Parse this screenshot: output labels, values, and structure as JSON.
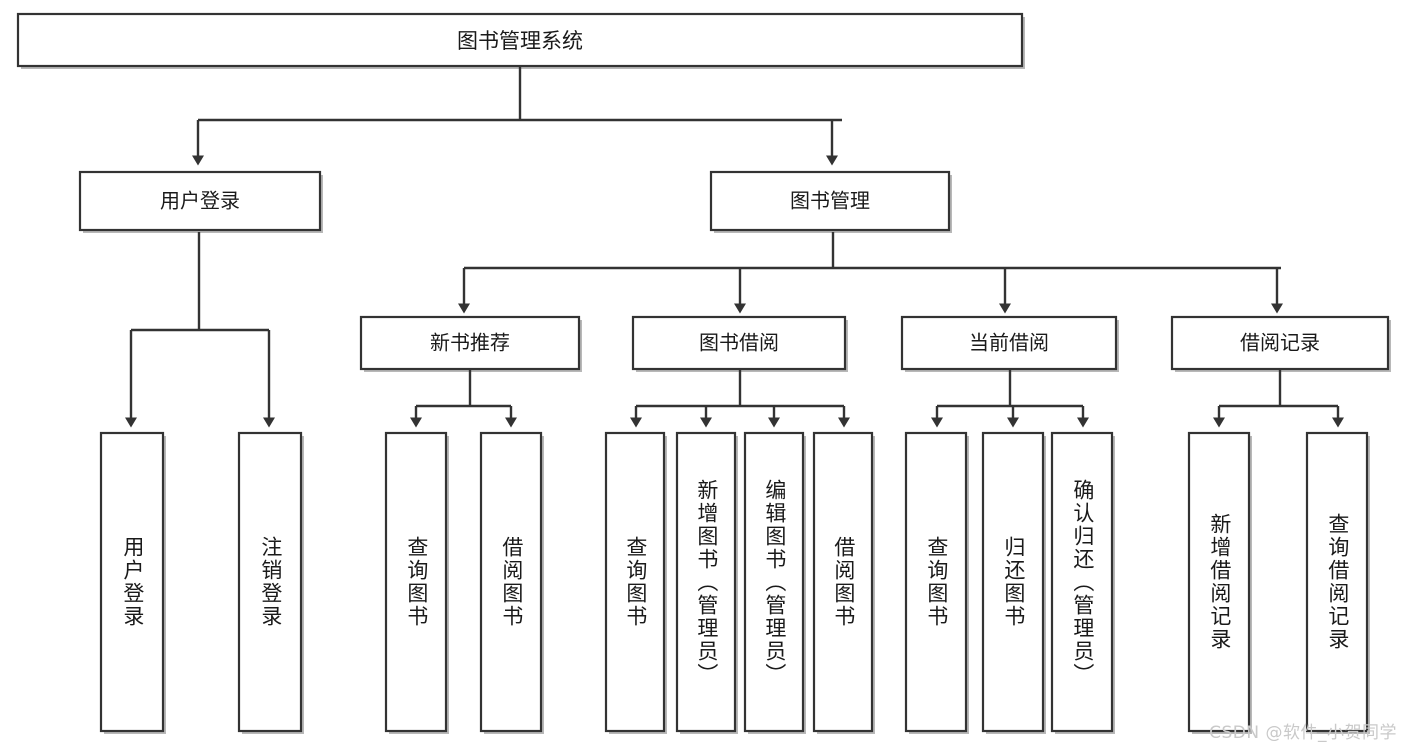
{
  "diagram": {
    "type": "tree-hierarchy",
    "title": "图书管理系统",
    "background_color": "#ffffff",
    "line_color": "#333333",
    "box_fill": "#ffffff",
    "text_color": "#1a1a1a",
    "root": {
      "label": "图书管理系统",
      "orientation": "horizontal"
    },
    "level1": [
      {
        "label": "用户登录",
        "orientation": "horizontal"
      },
      {
        "label": "图书管理",
        "orientation": "horizontal"
      }
    ],
    "level2": [
      {
        "label": "新书推荐",
        "orientation": "horizontal",
        "parent": "图书管理"
      },
      {
        "label": "图书借阅",
        "orientation": "horizontal",
        "parent": "图书管理"
      },
      {
        "label": "当前借阅",
        "orientation": "horizontal",
        "parent": "图书管理"
      },
      {
        "label": "借阅记录",
        "orientation": "horizontal",
        "parent": "图书管理"
      }
    ],
    "leaves": [
      {
        "label": "用户登录",
        "orientation": "vertical",
        "parent": "用户登录"
      },
      {
        "label": "注销登录",
        "orientation": "vertical",
        "parent": "用户登录"
      },
      {
        "label": "查询图书",
        "orientation": "vertical",
        "parent": "新书推荐"
      },
      {
        "label": "借阅图书",
        "orientation": "vertical",
        "parent": "新书推荐"
      },
      {
        "label": "查询图书",
        "orientation": "vertical",
        "parent": "图书借阅"
      },
      {
        "label": "新增图书（管理员）",
        "orientation": "vertical",
        "parent": "图书借阅"
      },
      {
        "label": "编辑图书（管理员）",
        "orientation": "vertical",
        "parent": "图书借阅"
      },
      {
        "label": "借阅图书",
        "orientation": "vertical",
        "parent": "图书借阅"
      },
      {
        "label": "查询图书",
        "orientation": "vertical",
        "parent": "当前借阅"
      },
      {
        "label": "归还图书",
        "orientation": "vertical",
        "parent": "当前借阅"
      },
      {
        "label": "确认归还（管理员）",
        "orientation": "vertical",
        "parent": "当前借阅"
      },
      {
        "label": "新增借阅记录",
        "orientation": "vertical",
        "parent": "借阅记录"
      },
      {
        "label": "查询借阅记录",
        "orientation": "vertical",
        "parent": "借阅记录"
      }
    ]
  },
  "watermark": {
    "text": "CSDN @软件_小贺同学"
  }
}
